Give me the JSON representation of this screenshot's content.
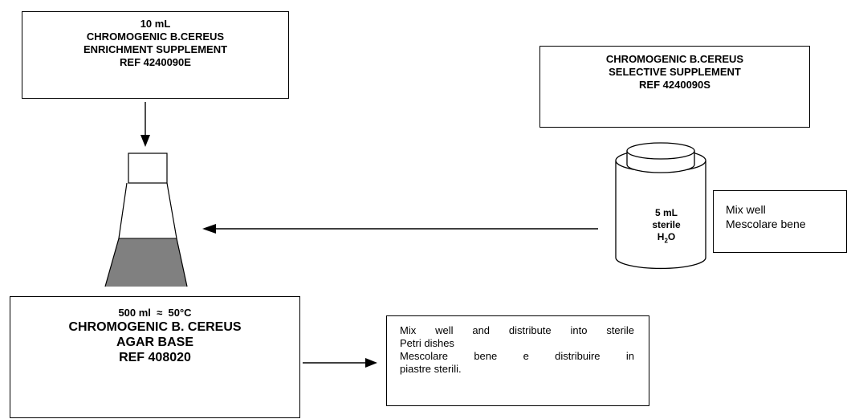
{
  "enrichment_box": {
    "lines": [
      "10 mL",
      "CHROMOGENIC B.CEREUS",
      "ENRICHMENT SUPPLEMENT",
      "REF 4240090E"
    ]
  },
  "selective_box": {
    "lines": [
      "CHROMOGENIC B.CEREUS",
      "SELECTIVE SUPPLEMENT",
      "REF 4240090S"
    ]
  },
  "jar_label": {
    "volume": "5 mL",
    "word": "sterile",
    "water_base": "H",
    "water_sub": "2",
    "water_end": "O"
  },
  "mix_well_box": {
    "lines": [
      "Mix well",
      "Mescolare bene"
    ]
  },
  "agar_box": {
    "line1": "500 ml  ≈  50°C",
    "line2": "CHROMOGENIC B. CEREUS",
    "line3": "AGAR BASE",
    "line4": "REF 408020"
  },
  "distribute_box": {
    "line1": "Mix well and distribute into sterile",
    "line2": "Petri dishes",
    "line3": "Mescolare bene e distribuire in",
    "line4": "piastre sterili."
  },
  "colors": {
    "flask_liquid": "#808080",
    "stroke": "#000000",
    "background": "#ffffff"
  }
}
